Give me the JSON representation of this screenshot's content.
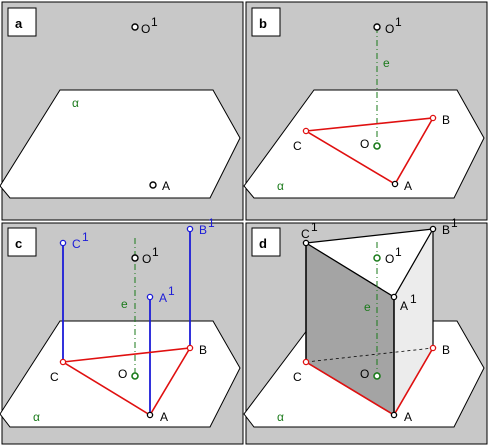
{
  "colors": {
    "panel_bg": "#c8c8c8",
    "frame": "#000000",
    "plane_fill": "#ffffff",
    "black_label": "#000000",
    "red": "#e01010",
    "blue": "#1c1cd8",
    "green_axis": "#1a7a1a",
    "prism_front": "#a4a4a4",
    "prism_top": "#ffffff",
    "prism_right": "#ececec"
  },
  "panels": [
    {
      "tag": "a",
      "plane_label": "α",
      "point_O1": "O",
      "point_O1_sup": "1",
      "point_A": "A"
    },
    {
      "tag": "b",
      "plane_label": "α",
      "axis_label": "e",
      "point_O1": "O",
      "point_O1_sup": "1",
      "point_O": "O",
      "point_A": "A",
      "point_B": "B",
      "point_C": "C"
    },
    {
      "tag": "c",
      "plane_label": "α",
      "axis_label": "e",
      "point_O1": "O",
      "point_O1_sup": "1",
      "point_O": "O",
      "point_A": "A",
      "point_B": "B",
      "point_C": "C",
      "point_A1": "A",
      "point_A1_sup": "1",
      "point_B1": "B",
      "point_B1_sup": "1",
      "point_C1": "C",
      "point_C1_sup": "1"
    },
    {
      "tag": "d",
      "plane_label": "α",
      "axis_label": "e",
      "point_O1": "O",
      "point_O1_sup": "1",
      "point_O": "O",
      "point_A": "A",
      "point_B": "B",
      "point_C": "C",
      "point_A1": "A",
      "point_A1_sup": "1",
      "point_B1": "B",
      "point_B1_sup": "1",
      "point_C1": "C",
      "point_C1_sup": "1"
    }
  ]
}
